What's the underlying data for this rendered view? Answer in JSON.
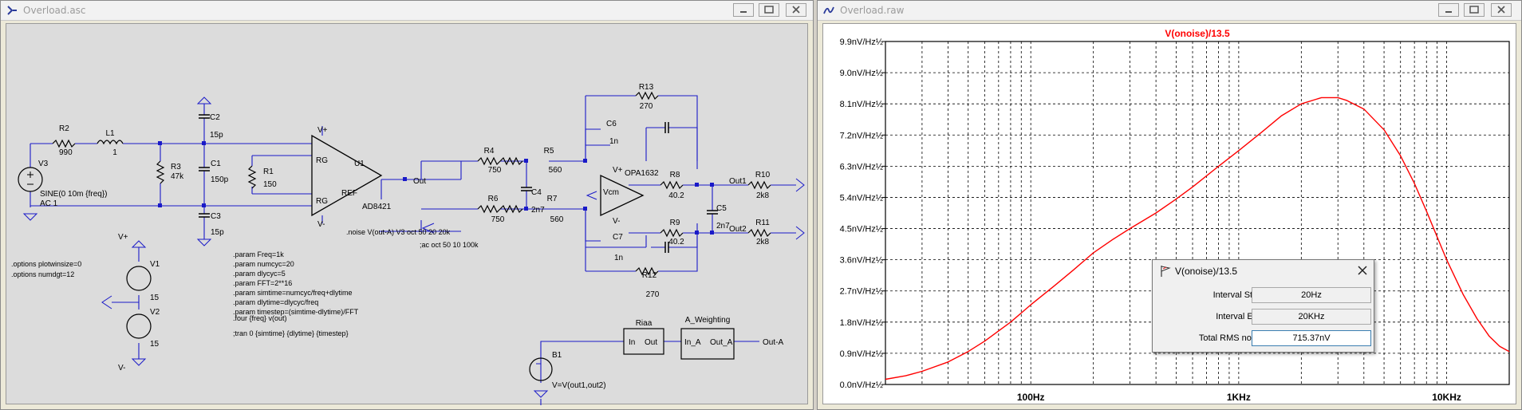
{
  "schematic_window": {
    "title": "Overload.asc",
    "components": [
      {
        "ref": "R2",
        "value": "990"
      },
      {
        "ref": "L1",
        "value": "1"
      },
      {
        "ref": "R3",
        "value": "47k"
      },
      {
        "ref": "C2",
        "value": "15p"
      },
      {
        "ref": "C1",
        "value": "150p"
      },
      {
        "ref": "C3",
        "value": "15p"
      },
      {
        "ref": "R1",
        "value": "150"
      },
      {
        "ref": "U1",
        "value": "AD8421"
      },
      {
        "ref": "R13",
        "value": "270"
      },
      {
        "ref": "C6",
        "value": "1n"
      },
      {
        "ref": "R4",
        "value": "750"
      },
      {
        "ref": "R5",
        "value": "560"
      },
      {
        "ref": "C4",
        "value": "2n7"
      },
      {
        "ref": "R6",
        "value": "750"
      },
      {
        "ref": "R7",
        "value": "560"
      },
      {
        "ref": "C7",
        "value": "1n"
      },
      {
        "ref": "R8",
        "value": "40.2"
      },
      {
        "ref": "R9",
        "value": "40.2"
      },
      {
        "ref": "C5",
        "value": "2n7"
      },
      {
        "ref": "R10",
        "value": "2k8"
      },
      {
        "ref": "R11",
        "value": "2k8"
      },
      {
        "ref": "R12",
        "value": "270"
      },
      {
        "ref": "V1",
        "value": "15"
      },
      {
        "ref": "V2",
        "value": "15"
      }
    ],
    "v3_label": "V3",
    "v3_spec": "SINE(0 10m {freq})",
    "v3_ac": "AC 1",
    "opamp2_name": "OPA1632",
    "vcm_label": "Vcm",
    "pin_rg_top": "RG",
    "pin_rg_bot": "RG",
    "pin_ref": "REF",
    "net_out": "Out",
    "net_out1": "Out1",
    "net_out2": "Out2",
    "net_out_a": "Out-A",
    "b1_label": "B1",
    "b1_expr": "V=V(out1,out2)",
    "riaa_title": "Riaa",
    "riaa_in": "In",
    "riaa_out": "Out",
    "aw_title": "A_Weighting",
    "aw_in": "In_A",
    "aw_out": "Out_A",
    "vplus": "V+",
    "vminus": "V-",
    "options": [
      ".options plotwinsize=0",
      ".options numdgt=12"
    ],
    "params": [
      ".param Freq=1k",
      ".param numcyc=20",
      ".param dlycyc=5",
      ".param FFT=2**16",
      ".param simtime=numcyc/freq+dlytime",
      ".param dlytime=dlycyc/freq",
      ".param timestep=(simtime-dlytime)/FFT"
    ],
    "four": ".four {freq} v(out)",
    "tran": ";tran 0 {simtime} {dlytime} {timestep}",
    "noise": ".noise V(out-A) V3 oct 50 20 20k",
    "ac": ";ac oct 50 10 100k"
  },
  "waveform_window": {
    "title": "Overload.raw",
    "trace_color": "#ff0000",
    "chart_data": {
      "type": "line",
      "title": "V(onoise)/13.5",
      "y_ticks": [
        "0.0nV/Hz½",
        "0.9nV/Hz½",
        "1.8nV/Hz½",
        "2.7nV/Hz½",
        "3.6nV/Hz½",
        "4.5nV/Hz½",
        "5.4nV/Hz½",
        "6.3nV/Hz½",
        "7.2nV/Hz½",
        "8.1nV/Hz½",
        "9.0nV/Hz½",
        "9.9nV/Hz½"
      ],
      "x_ticks": [
        "100Hz",
        "1KHz",
        "10KHz"
      ],
      "x_scale": "log",
      "xlim": [
        20,
        20000
      ],
      "ylim": [
        0,
        9.9
      ],
      "grid": true,
      "series": [
        {
          "x": [
            20,
            25,
            30,
            40,
            50,
            60,
            80,
            100,
            130,
            160,
            200,
            250,
            300,
            400,
            500,
            600,
            800,
            1000,
            1300,
            1600,
            2000,
            2500,
            3000,
            3300,
            4000,
            5000,
            6000,
            7000,
            8000,
            10000,
            12000,
            14000,
            16000,
            18000,
            20000
          ],
          "y": [
            0.15,
            0.25,
            0.38,
            0.65,
            0.95,
            1.25,
            1.8,
            2.3,
            2.85,
            3.3,
            3.8,
            4.2,
            4.5,
            4.95,
            5.35,
            5.7,
            6.3,
            6.75,
            7.3,
            7.75,
            8.1,
            8.28,
            8.28,
            8.2,
            7.95,
            7.35,
            6.6,
            5.8,
            5.0,
            3.6,
            2.6,
            1.9,
            1.4,
            1.1,
            0.95
          ]
        }
      ]
    },
    "dialog": {
      "title": "V(onoise)/13.5",
      "rows": [
        {
          "label": "Interval Start:",
          "value": "20Hz"
        },
        {
          "label": "Interval End:",
          "value": "20KHz"
        },
        {
          "label": "Total RMS noise:",
          "value": "715.37nV"
        }
      ]
    }
  }
}
